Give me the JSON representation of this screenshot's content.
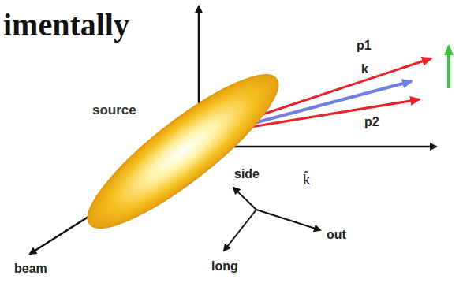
{
  "diagram": {
    "title": "imentally",
    "nodes": [
      {
        "text": [
          "source"
        ]
      }
    ],
    "labels": [
      "p1",
      "k",
      "p2",
      "side",
      "k̂",
      "out",
      "beam",
      "long"
    ]
  }
}
